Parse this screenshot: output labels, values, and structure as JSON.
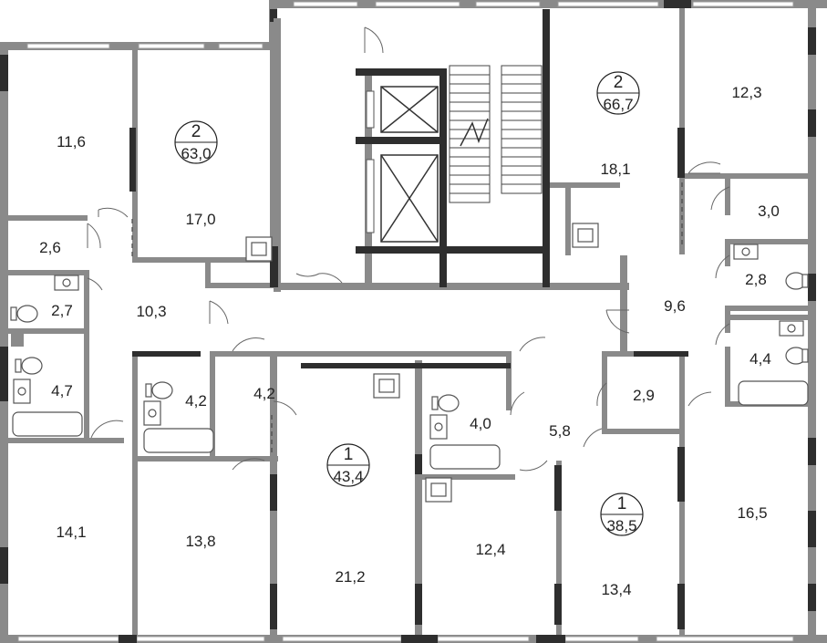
{
  "apartments": [
    {
      "rooms": "2",
      "area": "63,0"
    },
    {
      "rooms": "2",
      "area": "66,7"
    },
    {
      "rooms": "1",
      "area": "43,4"
    },
    {
      "rooms": "1",
      "area": "38,5"
    }
  ],
  "room_areas": {
    "r1": "11,6",
    "r2": "17,0",
    "r3": "2,6",
    "r4": "2,7",
    "r5": "10,3",
    "r6": "4,7",
    "r7": "14,1",
    "r8": "4,2",
    "r9": "4,2",
    "r10": "13,8",
    "r11": "21,2",
    "r12": "4,0",
    "r13": "12,4",
    "r14": "5,8",
    "r15": "2,9",
    "r16": "13,4",
    "r17": "16,5",
    "r18": "12,3",
    "r19": "18,1",
    "r20": "3,0",
    "r21": "2,8",
    "r22": "9,6",
    "r23": "4,4"
  },
  "colors": {
    "wall": "#8a8a8a",
    "wall_dark": "#2e2e2e",
    "window": "#b5b5b5",
    "fixture": "#555555"
  }
}
